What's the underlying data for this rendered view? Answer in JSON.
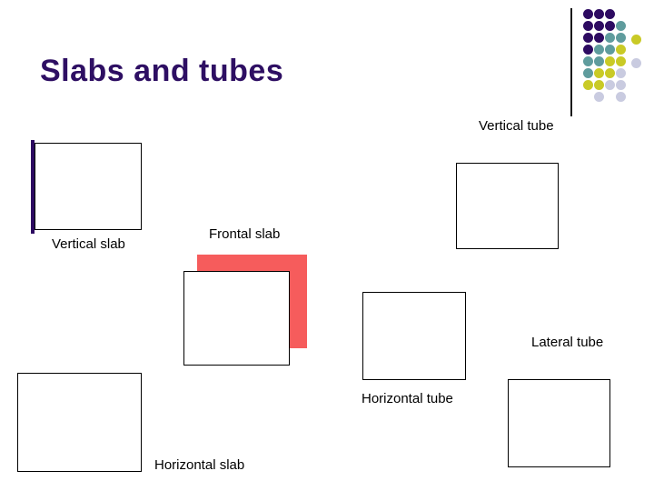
{
  "slide": {
    "title": "Slabs and tubes",
    "title_color": "#2E0F63",
    "background": "#FFFFFF"
  },
  "diagram": {
    "labels": {
      "vertical_tube": "Vertical tube",
      "vertical_slab": "Vertical slab",
      "frontal_slab": "Frontal slab",
      "lateral_tube": "Lateral tube",
      "horizontal_tube": "Horizontal tube",
      "horizontal_slab": "Horizontal slab"
    },
    "shape_fill": "#FFFFFF",
    "shape_border_color": "#000000",
    "frontal_slab_back_fill": "#F65C5C",
    "vertical_slab_bar_color": "#2D0A61"
  },
  "decoration": {
    "line_color": "#1A1A1A",
    "dot_colors": {
      "purple": "#2D0A61",
      "teal": "#5F9C9D",
      "yellow": "#C9CA26",
      "lavender": "#C9CBE0"
    },
    "pattern": [
      [
        "purple",
        "purple",
        "purple",
        null,
        null
      ],
      [
        "purple",
        "purple",
        "purple",
        "teal",
        null
      ],
      [
        "purple",
        "purple",
        "teal",
        "teal",
        "yellow"
      ],
      [
        "purple",
        "teal",
        "teal",
        "yellow",
        null
      ],
      [
        "teal",
        "teal",
        "yellow",
        "yellow",
        "lavender"
      ],
      [
        "teal",
        "yellow",
        "yellow",
        "lavender",
        null
      ],
      [
        "yellow",
        "yellow",
        "lavender",
        "lavender",
        null
      ],
      [
        null,
        "lavender",
        null,
        "lavender",
        null
      ]
    ]
  }
}
